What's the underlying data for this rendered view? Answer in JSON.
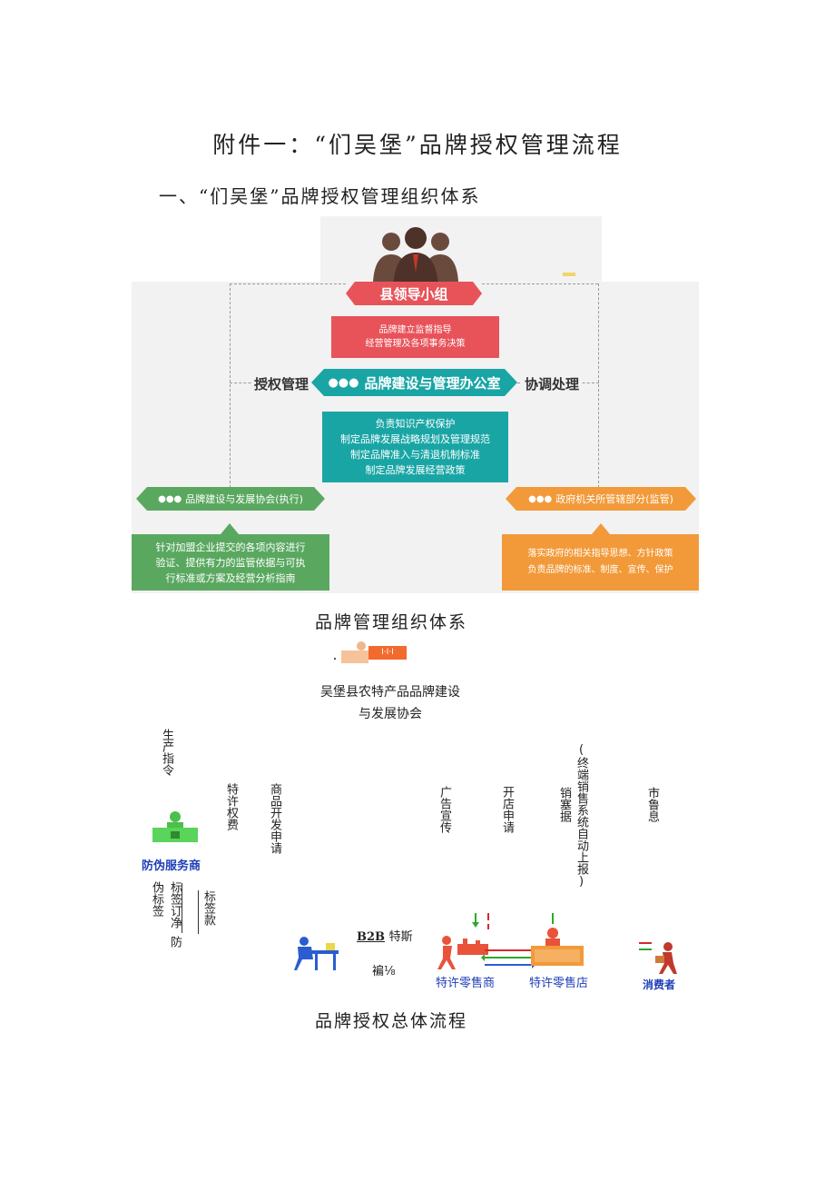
{
  "doc": {
    "title": "附件一：“们吴堡”品牌授权管理流程",
    "section1": "一、“们吴堡”品牌授权管理组织体系",
    "caption1": "品牌管理组织体系",
    "caption2": "品牌授权总体流程"
  },
  "org": {
    "leader": "县领导小组",
    "leader_duties": [
      "品牌建立监督指导",
      "经营管理及各项事务决策"
    ],
    "office": "品牌建设与管理办公室",
    "left_link": "授权管理",
    "right_link": "协调处理",
    "office_duties": [
      "负责知识产权保护",
      "制定品牌发展战略规划及管理规范",
      "制定品牌准入与清退机制标准",
      "制定品牌发展经营政策"
    ],
    "assoc": "品牌建设与发展协会(执行)",
    "assoc_duties": [
      "针对加盟企业提交的各项内容进行",
      "验证、提供有力的监管依据与可执",
      "行标准或方案及经营分析指南"
    ],
    "gov": "政府机关所管辖部分(监管)",
    "gov_duties": [
      "落实政府的相关指导思想、方针政策",
      "负责品牌的标准、制度、宣传、保护"
    ],
    "colors": {
      "red": "#e8535a",
      "teal": "#1aa5a5",
      "green": "#5aa860",
      "orange": "#f29a3a"
    }
  },
  "flow": {
    "top_logo_text": "I·I·I",
    "association": [
      "吴堡县农特产品品牌建设",
      "与发展协会"
    ],
    "labels": {
      "production": "生产指令",
      "franchise_fee": "特许权费",
      "product_dev": "商品开发申请",
      "advertising": "广告宣传",
      "store_apply": "开店申请",
      "sales_data": "销塞据",
      "terminal": "(终端销售系统自动上报)",
      "market": "市鲁息",
      "fake_label": "伪标签",
      "label_order": "标签订净",
      "anti": "防",
      "label_fee": "标签款"
    },
    "anti_fake": "防伪服务商",
    "b2b": "B2B",
    "b2b_tail": "特斯",
    "misc": "褊⅛",
    "retailer": "特许零售商",
    "store": "特许零售店",
    "consumer": "消费者"
  }
}
